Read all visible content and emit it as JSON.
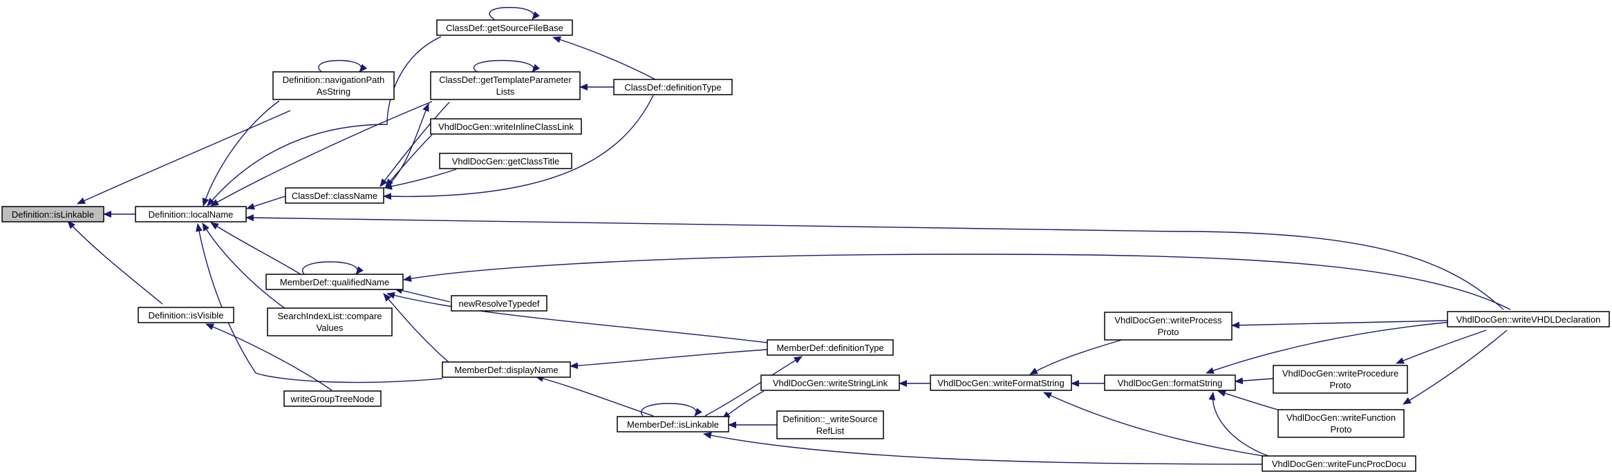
{
  "graph": {
    "colors": {
      "edge": "#191970",
      "node_border": "#000000",
      "root_fill": "#bfbfbf",
      "node_fill": "#ffffff",
      "background": "#ffffff"
    },
    "nodes": [
      {
        "id": "n_islinkable",
        "lines": [
          "Definition::isLinkable"
        ],
        "root": true
      },
      {
        "id": "n_localname",
        "lines": [
          "Definition::localName"
        ]
      },
      {
        "id": "n_navpath",
        "lines": [
          "Definition::navigationPath",
          "AsString"
        ]
      },
      {
        "id": "n_isvisible",
        "lines": [
          "Definition::isVisible"
        ]
      },
      {
        "id": "n_writegrouptree",
        "lines": [
          "writeGroupTreeNode"
        ]
      },
      {
        "id": "n_getsourcefilebase",
        "lines": [
          "ClassDef::getSourceFileBase"
        ]
      },
      {
        "id": "n_gettemplateparam",
        "lines": [
          "ClassDef::getTemplateParameter",
          "Lists"
        ]
      },
      {
        "id": "n_writeinlineclasslink",
        "lines": [
          "VhdlDocGen::writeInlineClassLink"
        ]
      },
      {
        "id": "n_getclasstitle",
        "lines": [
          "VhdlDocGen::getClassTitle"
        ]
      },
      {
        "id": "n_classname",
        "lines": [
          "ClassDef::className"
        ]
      },
      {
        "id": "n_cd_definitiontype",
        "lines": [
          "ClassDef::definitionType"
        ]
      },
      {
        "id": "n_qualifiedname",
        "lines": [
          "MemberDef::qualifiedName"
        ]
      },
      {
        "id": "n_newresolvetypedef",
        "lines": [
          "newResolveTypedef"
        ]
      },
      {
        "id": "n_searchindex",
        "lines": [
          "SearchIndexList::compare",
          "Values"
        ]
      },
      {
        "id": "n_displayname",
        "lines": [
          "MemberDef::displayName"
        ]
      },
      {
        "id": "n_md_definitiontype",
        "lines": [
          "MemberDef::definitionType"
        ]
      },
      {
        "id": "n_md_islinkable",
        "lines": [
          "MemberDef::isLinkable"
        ]
      },
      {
        "id": "n_writestringlink",
        "lines": [
          "VhdlDocGen::writeStringLink"
        ]
      },
      {
        "id": "n_writesourcereflist",
        "lines": [
          "Definition::_writeSource",
          "RefList"
        ]
      },
      {
        "id": "n_writeformatstring",
        "lines": [
          "VhdlDocGen::writeFormatString"
        ]
      },
      {
        "id": "n_writeprocessproto",
        "lines": [
          "VhdlDocGen::writeProcess",
          "Proto"
        ]
      },
      {
        "id": "n_formatstring",
        "lines": [
          "VhdlDocGen::formatString"
        ]
      },
      {
        "id": "n_writeprocedureproto",
        "lines": [
          "VhdlDocGen::writeProcedure",
          "Proto"
        ]
      },
      {
        "id": "n_writefunctionproto",
        "lines": [
          "VhdlDocGen::writeFunction",
          "Proto"
        ]
      },
      {
        "id": "n_writefuncprocdocu",
        "lines": [
          "VhdlDocGen::writeFuncProcDocu"
        ]
      },
      {
        "id": "n_writevhdldecl",
        "lines": [
          "VhdlDocGen::writeVHDLDeclaration"
        ]
      }
    ]
  }
}
